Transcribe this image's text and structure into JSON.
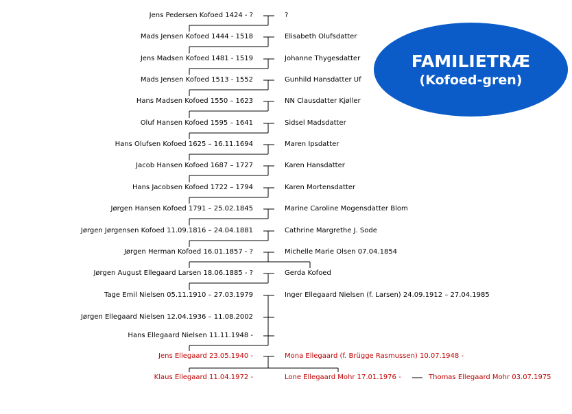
{
  "title": {
    "line1": "FAMILIETRÆ",
    "line2": "(Kofoed-gren)"
  },
  "colors": {
    "ellipse": "#0b5cc8",
    "highlight": "#c00000",
    "lines": "#000000"
  },
  "generations": [
    {
      "father": "Jens Pedersen Kofoed 1424 - ?",
      "mother": "?"
    },
    {
      "father": "Mads Jensen Kofoed 1444 - 1518",
      "mother": "Elisabeth Olufsdatter"
    },
    {
      "father": "Jens Madsen Kofoed 1481 - 1519",
      "mother": "Johanne Thygesdatter"
    },
    {
      "father": "Mads Jensen Kofoed 1513 - 1552",
      "mother": "Gunhild Hansdatter Uf"
    },
    {
      "father": "Hans Madsen Kofoed 1550 – 1623",
      "mother": "NN Clausdatter Kjøller"
    },
    {
      "father": "Oluf Hansen Kofoed 1595 – 1641",
      "mother": "Sidsel Madsdatter"
    },
    {
      "father": "Hans Olufsen Kofoed 1625 – 16.11.1694",
      "mother": "Maren Ipsdatter"
    },
    {
      "father": "Jacob Hansen Kofoed 1687 – 1727",
      "mother": "Karen Hansdatter"
    },
    {
      "father": "Hans Jacobsen Kofoed 1722 – 1794",
      "mother": "Karen Mortensdatter"
    },
    {
      "father": "Jørgen Hansen Kofoed 1791 – 25.02.1845",
      "mother": "Marine Caroline Mogensdatter Blom"
    },
    {
      "father": "Jørgen Jørgensen Kofoed 11.09.1816 – 24.04.1881",
      "mother": "Cathrine Margrethe J. Sode"
    },
    {
      "father": "Jørgen Herman Kofoed 16.01.1857 - ?",
      "mother": "Michelle Marie Olsen 07.04.1854"
    },
    {
      "father": "Jørgen August Ellegaard Larsen 18.06.1885 - ?",
      "mother": "Gerda Kofoed"
    },
    {
      "father": "Tage Emil Nielsen 05.11.1910 – 27.03.1979",
      "mother": "Inger Ellegaard Nielsen (f. Larsen) 24.09.1912 – 27.04.1985"
    }
  ],
  "siblings": [
    "Jørgen Ellegaard Nielsen 12.04.1936 – 11.08.2002",
    "Hans Ellegaard Nielsen 11.11.1948 -"
  ],
  "current_couple": {
    "father": "Jens Ellegaard 23.05.1940 -",
    "mother": "Mona Ellegaard (f. Brügge Rasmussen) 10.07.1948 -"
  },
  "children": [
    "Klaus Ellegaard 11.04.1972 -",
    "Lone Ellegaard Mohr 17.01.1976 -",
    "Thomas Ellegaard Mohr 03.07.1975"
  ]
}
